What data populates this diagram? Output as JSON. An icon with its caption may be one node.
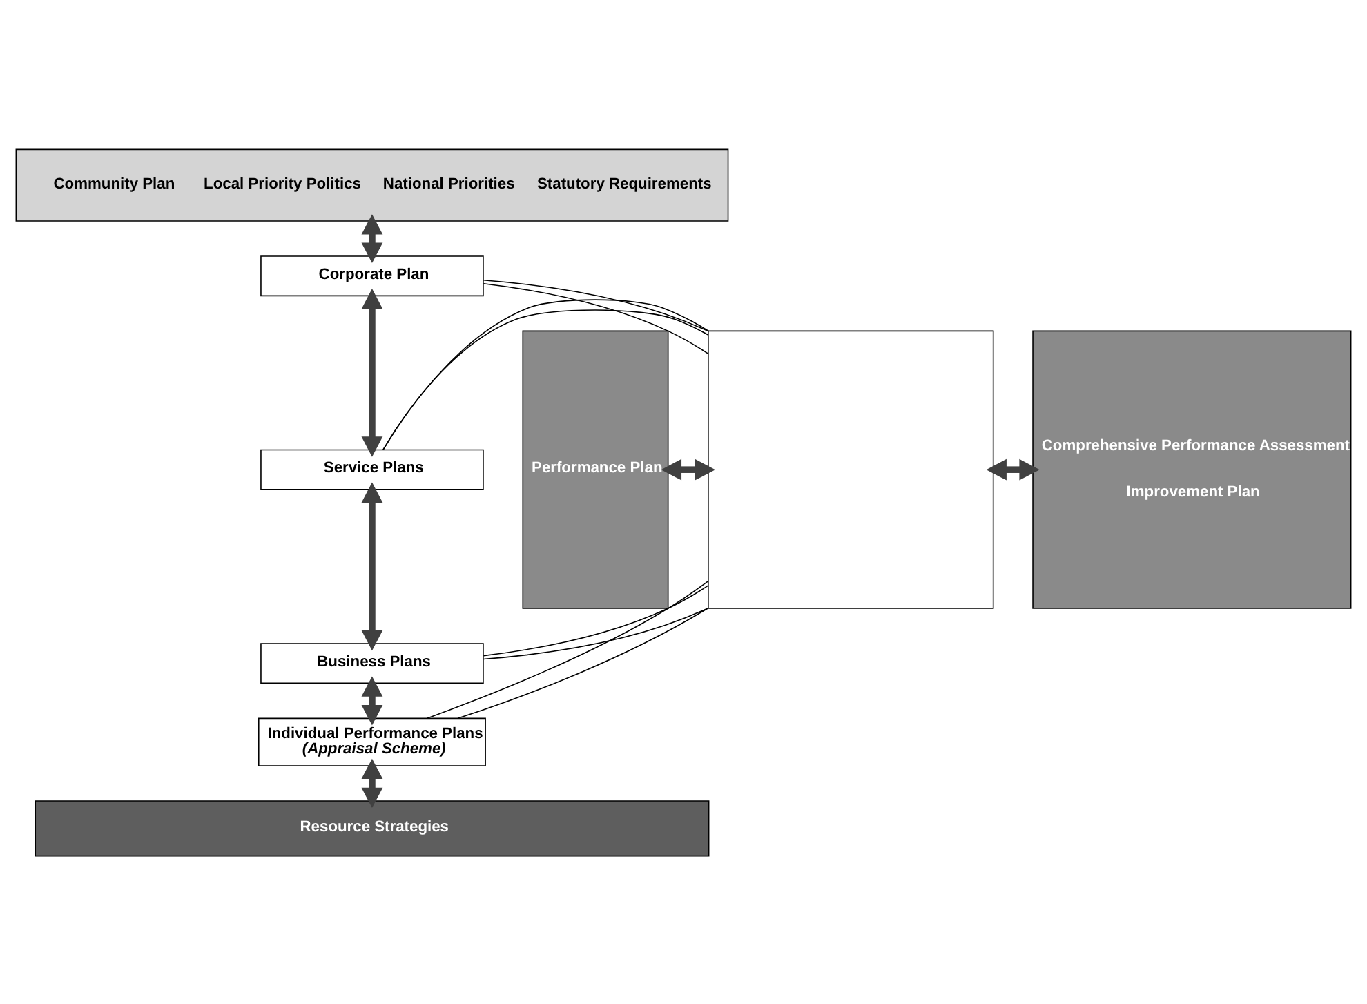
{
  "diagram": {
    "nodes": [
      {
        "text": [
          "Community Plan",
          "Local Priority Politics",
          "National Priorities",
          "Statutory Requirements"
        ]
      },
      {
        "text": [
          "Corporate Plan"
        ]
      },
      {
        "text": [
          "Service Plans"
        ]
      },
      {
        "text": [
          "Business Plans"
        ]
      },
      {
        "text": [
          "Individual Performance Plans",
          "(Appraisal Scheme)"
        ]
      },
      {
        "text": [
          "Performance Plan"
        ]
      },
      {
        "text": [],
        "shape": "box"
      },
      {
        "text": [
          "Comprehensive Performance Assessment",
          "Improvement Plan"
        ]
      },
      {
        "text": [
          "Resource Strategies"
        ]
      }
    ],
    "edges": [
      {
        "from": 0,
        "to": 1,
        "arrow": "both",
        "style": "thick",
        "color": "#404040"
      },
      {
        "from": 1,
        "to": 2,
        "arrow": "both",
        "style": "thick",
        "color": "#404040"
      },
      {
        "from": 2,
        "to": 3,
        "arrow": "both",
        "style": "thick",
        "color": "#404040"
      },
      {
        "from": 3,
        "to": 4,
        "arrow": "both",
        "style": "thick",
        "color": "#404040"
      },
      {
        "from": 4,
        "to": 8,
        "arrow": "both",
        "style": "thick",
        "color": "#404040"
      },
      {
        "from": 5,
        "to": 6,
        "arrow": "both",
        "style": "thick",
        "color": "#404040"
      },
      {
        "from": 6,
        "to": 7,
        "arrow": "both",
        "style": "thick",
        "color": "#404040"
      },
      {
        "from": 6,
        "to": 1,
        "arrow": "none"
      },
      {
        "from": 6,
        "to": 2,
        "arrow": "none"
      },
      {
        "from": 6,
        "to": 3,
        "arrow": "none"
      },
      {
        "from": 6,
        "to": 4,
        "arrow": "none"
      },
      {
        "from": 1,
        "to": 6,
        "arrow": "none"
      },
      {
        "from": 2,
        "to": 6,
        "arrow": "none"
      },
      {
        "from": 3,
        "to": 6,
        "arrow": "none"
      },
      {
        "from": 4,
        "to": 6,
        "arrow": "none"
      }
    ]
  }
}
